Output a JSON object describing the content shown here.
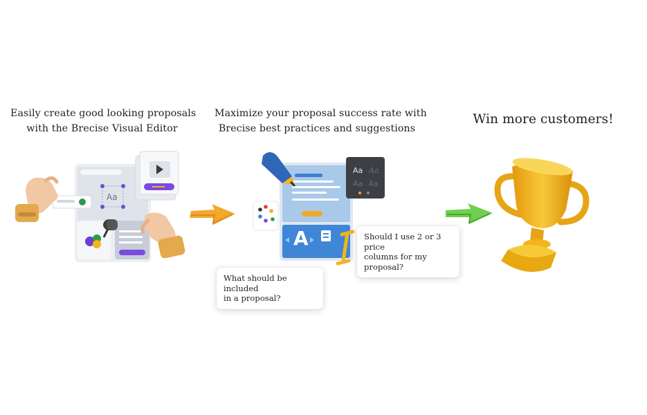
{
  "steps": [
    {
      "heading_line1": "Easily create good looking proposals",
      "heading_line2": "with the Brecise Visual Editor",
      "editor_sample": "Aa"
    },
    {
      "heading_line1": "Maximize your proposal success rate with",
      "heading_line2": "Brecise best practices and suggestions",
      "font_sample": "Aa",
      "font_samples_faded": [
        "Aa",
        "Aa",
        "Aa"
      ],
      "big_letter": "A"
    },
    {
      "heading_line1": "Win more customers!"
    }
  ],
  "bubbles": [
    {
      "line1": "Should I use 2 or 3 price",
      "line2": "columns for my",
      "line3": "proposal?"
    },
    {
      "line1": "What should be included",
      "line2": "in a proposal?"
    }
  ],
  "colors": {
    "arrow_orange": "#f2a72d",
    "arrow_green": "#6fcf4f",
    "trophy_gold": "#f2b51d",
    "accent_purple": "#7b4ae0",
    "accent_blue": "#2f7fd6"
  },
  "icons": [
    "hand-icon",
    "play-icon",
    "pushpin-icon",
    "pen-icon",
    "trophy-icon",
    "arrow-right-icon"
  ]
}
